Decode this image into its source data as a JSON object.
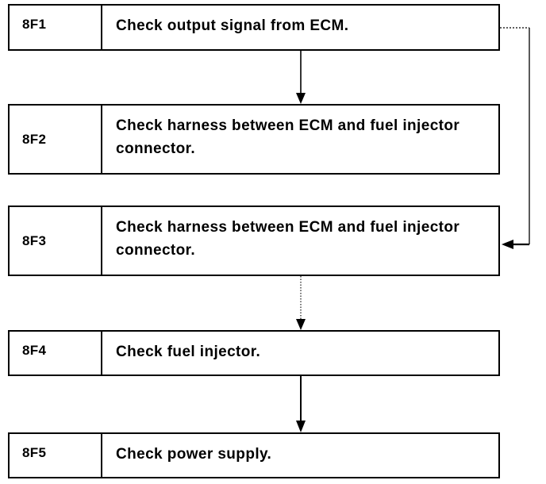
{
  "flowchart": {
    "steps": [
      {
        "code": "8F1",
        "text": "Check output signal from ECM."
      },
      {
        "code": "8F2",
        "text": "Check harness between ECM and fuel injector connector."
      },
      {
        "code": "8F3",
        "text": "Check harness between ECM and fuel injector connector."
      },
      {
        "code": "8F4",
        "text": "Check fuel injector."
      },
      {
        "code": "8F5",
        "text": "Check power supply."
      }
    ],
    "connections": [
      {
        "from": "8F1",
        "to": "8F2",
        "style": "solid"
      },
      {
        "from": "8F1",
        "to": "8F3",
        "style": "dashed-bypass"
      },
      {
        "from": "8F3",
        "to": "8F4",
        "style": "dotted"
      },
      {
        "from": "8F4",
        "to": "8F5",
        "style": "solid"
      }
    ]
  }
}
